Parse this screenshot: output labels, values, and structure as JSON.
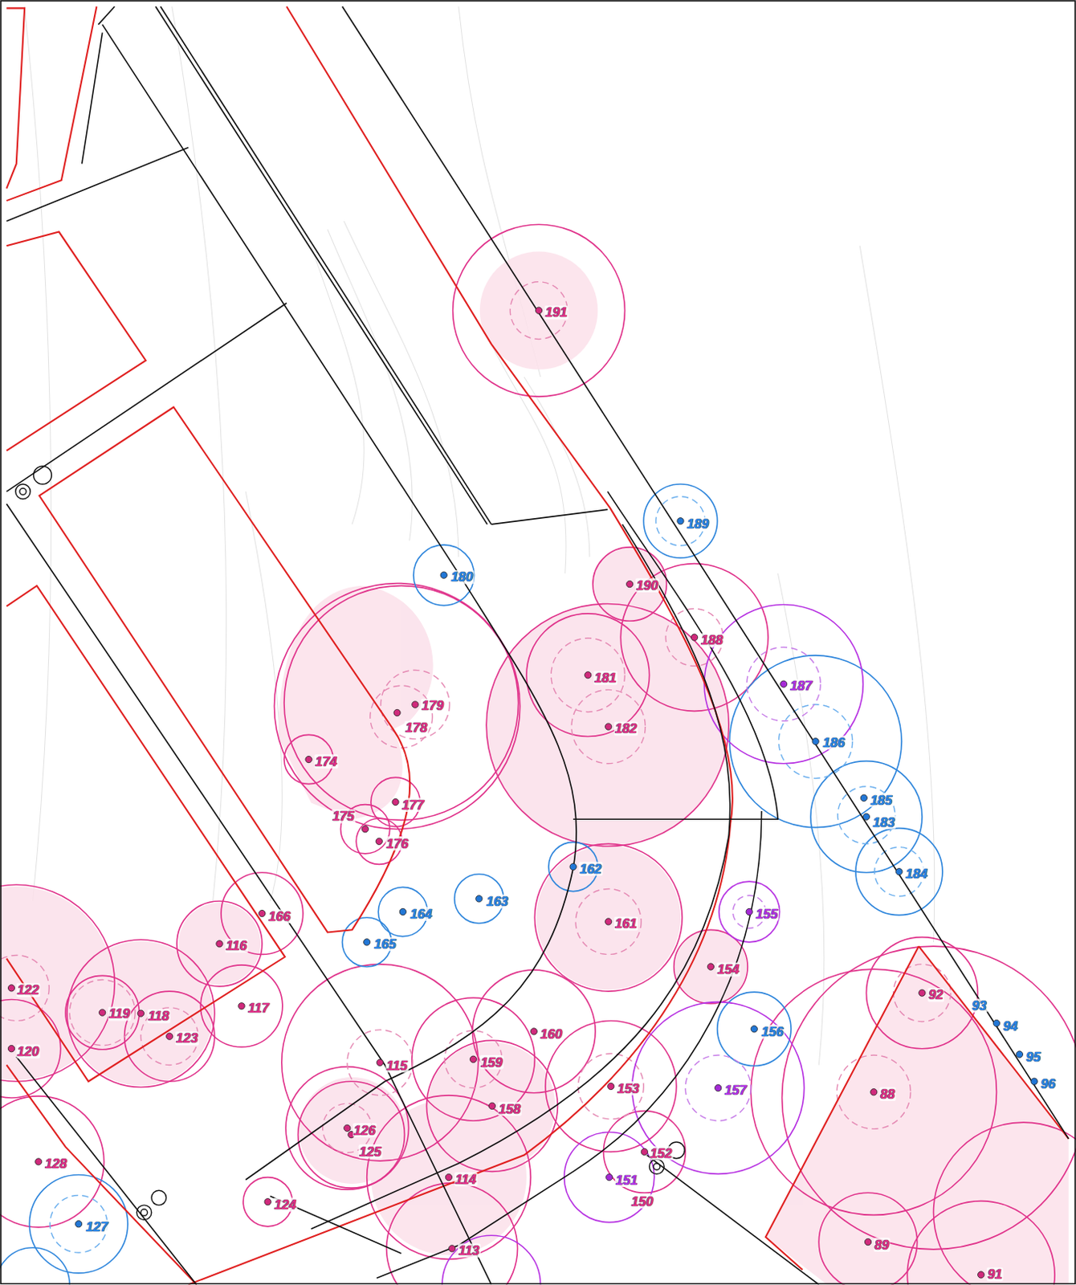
{
  "diagram": {
    "labels": [
      "191",
      "189",
      "180",
      "190",
      "188",
      "181",
      "187",
      "179",
      "178",
      "182",
      "186",
      "174",
      "177",
      "185",
      "183",
      "175",
      "176",
      "184",
      "162",
      "166",
      "155",
      "164",
      "163",
      "161",
      "165",
      "116",
      "154",
      "92",
      "122",
      "119",
      "118",
      "117",
      "123",
      "93",
      "94",
      "160",
      "156",
      "120",
      "95",
      "115",
      "159",
      "96",
      "153",
      "157",
      "88",
      "158",
      "126",
      "125",
      "152",
      "128",
      "124",
      "114",
      "151",
      "150",
      "127",
      "113",
      "89",
      "91"
    ]
  }
}
